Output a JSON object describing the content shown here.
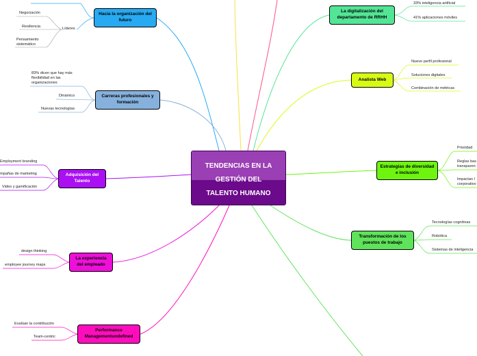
{
  "central": {
    "lines": [
      "TENDENCIAS EN LA",
      "GESTIÓN DEL",
      "TALENTO HUMANO"
    ]
  },
  "left": {
    "futuro": {
      "label": "Hacia la organización del futuro",
      "lideres": "Líderes",
      "items": [
        "Negociación",
        "Resiliencia",
        "Pensamiento sistemático"
      ]
    },
    "carreras": {
      "label": "Carreras profesionales y formación",
      "items": [
        "83% dicen que hay más flexibilidad en las organizaciones",
        "Dinámico",
        "Nuevas tecnologías"
      ]
    },
    "adquisicion": {
      "label": "Adquisición del Talento",
      "items": [
        "Employment branding",
        "mpañas de marketing",
        "Video y gamificación"
      ]
    },
    "experiencia": {
      "label": "La experiencia del empleado",
      "items": [
        "design thinking",
        "employee journey maps"
      ]
    },
    "performance": {
      "label": "Performance Managementundefined",
      "items": [
        "Evalúan la contribución",
        "Team-centric"
      ]
    }
  },
  "right": {
    "digital": {
      "label": "La digitalización del departamento de RRHH",
      "items": [
        "33% inteligencia artificial",
        "41% aplicaciones móviles"
      ]
    },
    "analista": {
      "label": "Analista Web",
      "items": [
        "Nuevo perfil profesional",
        "Soluciones digitales",
        "Combinación de métricas"
      ]
    },
    "diversidad": {
      "label": "Estrategias de diversidad e inclusión",
      "items": [
        "Prioridad",
        "Reglas bas transparen",
        "Impactan l corporativo"
      ]
    },
    "transformacion": {
      "label": "Transformación de los puestos de trabajo",
      "items": [
        "Tecnologías cognitivas",
        "Robótica",
        "Sistemas de inteligencia"
      ]
    }
  },
  "colors": {
    "futuro": "#27aaf2",
    "carreras": "#86b1dc",
    "adquisicion": "#aa10f2",
    "experiencia": "#ee10d9",
    "performance": "#ff0dbd",
    "digital": "#53e596",
    "analista": "#d8fb14",
    "diversidad": "#6ef40f",
    "transformacion": "#5fe35b",
    "central_top": "#9b3fb5",
    "central_bottom": "#6b0a8a"
  }
}
